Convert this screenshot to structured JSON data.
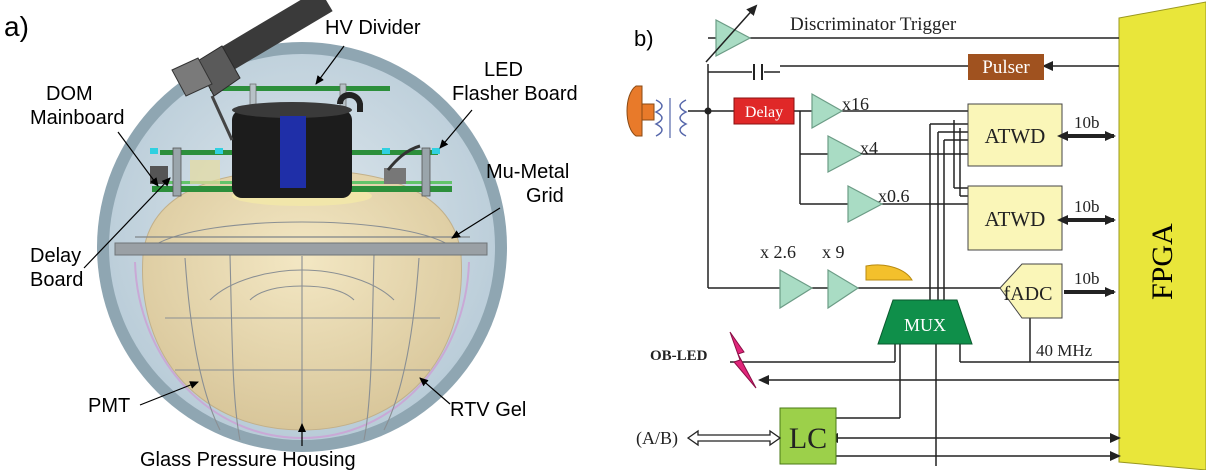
{
  "panel_a": {
    "tag": "a)",
    "labels": {
      "hv_divider": "HV Divider",
      "led_flasher_1": "LED",
      "led_flasher_2": "Flasher Board",
      "dom_mainboard_1": "DOM",
      "dom_mainboard_2": "Mainboard",
      "mu_metal_1": "Mu-Metal",
      "mu_metal_2": "Grid",
      "delay_board_1": "Delay",
      "delay_board_2": "Board",
      "pmt": "PMT",
      "rtv_gel": "RTV Gel",
      "glass_housing": "Glass Pressure Housing"
    }
  },
  "panel_b": {
    "tag": "b)",
    "labels": {
      "discriminator": "Discriminator Trigger",
      "pulser": "Pulser",
      "delay": "Delay",
      "gain_x16": "x16",
      "gain_x4": "x4",
      "gain_x06": "x0.6",
      "atwd_1": "ATWD",
      "atwd_2": "ATWD",
      "bits_1": "10b",
      "bits_2": "10b",
      "bits_3": "10b",
      "gain_x26": "x 2.6",
      "gain_x9": "x 9",
      "fadc": "fADC",
      "mux": "MUX",
      "ob_led": "OB-LED",
      "clock": "40 MHz",
      "ab": "(A/B)",
      "lc": "LC",
      "fpga": "FPGA"
    },
    "colors": {
      "fpga": "#e9e63a",
      "atwd": "#faf6b8",
      "pulser": "#a0521f",
      "delay": "#e02828",
      "mux": "#0f8f4a",
      "lc": "#9cd04a",
      "amplifier": "#a9dcc4",
      "ob_led": "#e0267a",
      "pmt_icon": "#e87a2a"
    }
  }
}
